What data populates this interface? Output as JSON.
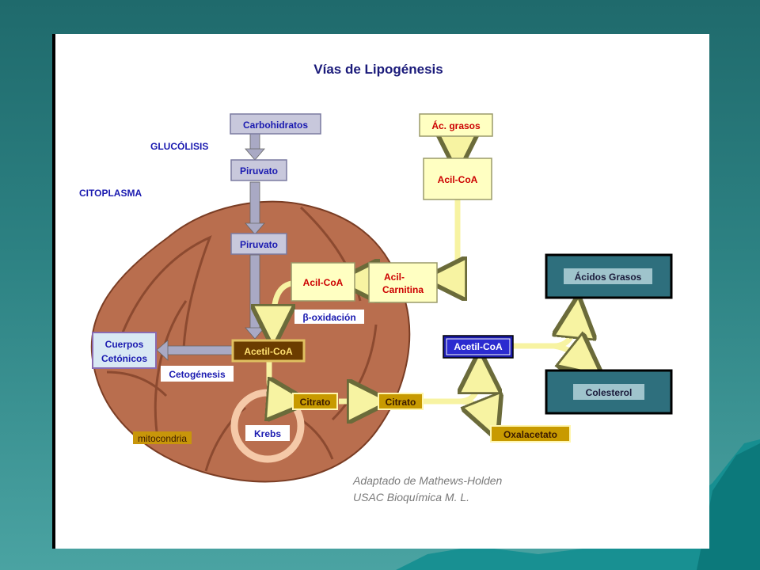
{
  "title": "Vías de Lipogénesis",
  "regions": {
    "glucolisis": "GLUCÓLISIS",
    "citoplasma": "CITOPLASMA",
    "mitocondria": "mitocondria"
  },
  "nodes": {
    "carbohidratos": "Carbohidratos",
    "piruvato_cyto": "Piruvato",
    "piruvato_mito": "Piruvato",
    "ac_grasos": "Ác. grasos",
    "acil_coa_cyto": "Acil-CoA",
    "acil_carnitina_1": "Acil-",
    "acil_carnitina_2": "Carnitina",
    "acil_coa_mito": "Acil-CoA",
    "beta_oxidacion": "β-oxidación",
    "acetil_coa_mito": "Acetil-CoA",
    "cuerpos_1": "Cuerpos",
    "cuerpos_2": "Cetónicos",
    "cetogenesis": "Cetogénesis",
    "citrato_mito": "Citrato",
    "citrato_cyto": "Citrato",
    "krebs": "Krebs",
    "acetil_coa_cyto": "Acetil-CoA",
    "oxalacetato": "Oxalacetato",
    "acidos_grasos": "Ácidos Grasos",
    "colesterol": "Colesterol"
  },
  "credit": {
    "line1": "Adaptado de Mathews-Holden",
    "line2": "USAC  Bioquímica M. L."
  },
  "colors": {
    "mitochondria_fill": "#b96e4e",
    "mitochondria_outline": "#7a3d24",
    "box_yellow": "#ffffc2",
    "box_gray": "#c8c8dc",
    "box_dark_teal": "#2e6f7d",
    "arrow_yellow": "#f7f3a2",
    "arrow_gray": "#a9a9c4",
    "label_blue": "#1a1ab0",
    "label_red": "#cc0000",
    "acetyl_dark_blue": "#1a1aa8"
  }
}
